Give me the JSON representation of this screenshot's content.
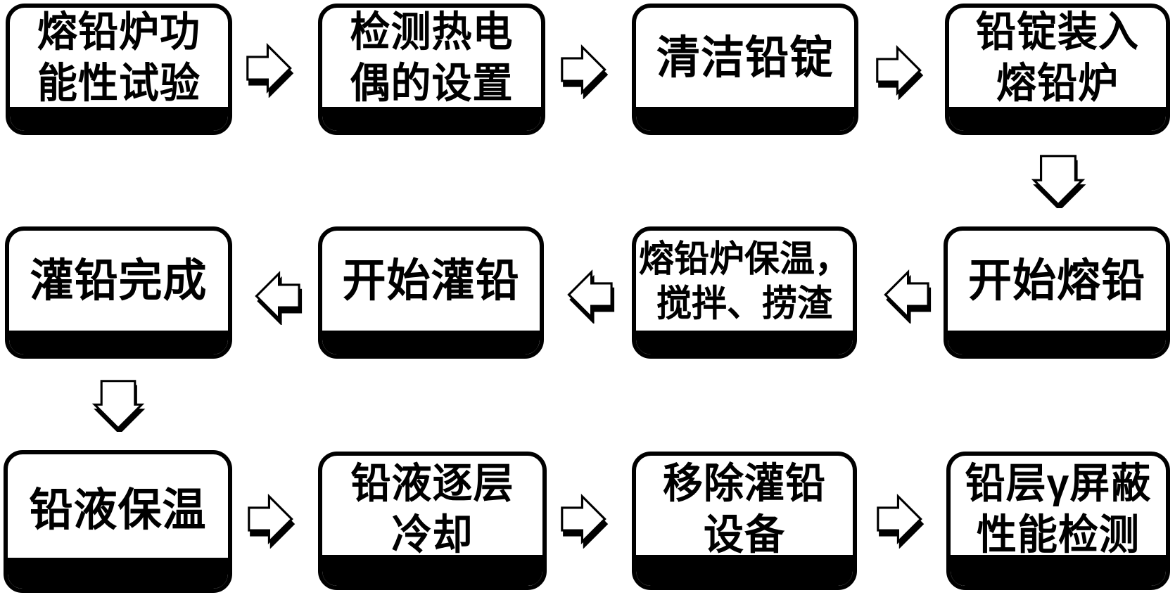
{
  "diagram": {
    "title": "lead-pouring-process-flowchart",
    "colors": {
      "background": "#ffffff",
      "ink": "#000000",
      "node_fill": "#ffffff"
    },
    "nodes": [
      {
        "id": "n1",
        "label": "熔铅炉功\n能性试验"
      },
      {
        "id": "n2",
        "label": "检测热电\n偶的设置"
      },
      {
        "id": "n3",
        "label": "清洁铅锭"
      },
      {
        "id": "n4",
        "label": "铅锭装入\n熔铅炉"
      },
      {
        "id": "n5",
        "label": "灌铅完成"
      },
      {
        "id": "n6",
        "label": "开始灌铅"
      },
      {
        "id": "n7",
        "label": "熔铅炉保温，\n搅拌、捞渣"
      },
      {
        "id": "n8",
        "label": "开始熔铅"
      },
      {
        "id": "n9",
        "label": "铅液保温"
      },
      {
        "id": "n10",
        "label": "铅液逐层\n冷却"
      },
      {
        "id": "n11",
        "label": "移除灌铅\n设备"
      },
      {
        "id": "n12",
        "label": "铅层γ屏蔽\n性能检测"
      }
    ],
    "edges": [
      {
        "from": "n1",
        "to": "n2",
        "direction": "right"
      },
      {
        "from": "n2",
        "to": "n3",
        "direction": "right"
      },
      {
        "from": "n3",
        "to": "n4",
        "direction": "right"
      },
      {
        "from": "n4",
        "to": "n8",
        "direction": "down"
      },
      {
        "from": "n8",
        "to": "n7",
        "direction": "left"
      },
      {
        "from": "n7",
        "to": "n6",
        "direction": "left"
      },
      {
        "from": "n6",
        "to": "n5",
        "direction": "left"
      },
      {
        "from": "n5",
        "to": "n9",
        "direction": "down"
      },
      {
        "from": "n9",
        "to": "n10",
        "direction": "right"
      },
      {
        "from": "n10",
        "to": "n11",
        "direction": "right"
      },
      {
        "from": "n11",
        "to": "n12",
        "direction": "right"
      }
    ]
  }
}
